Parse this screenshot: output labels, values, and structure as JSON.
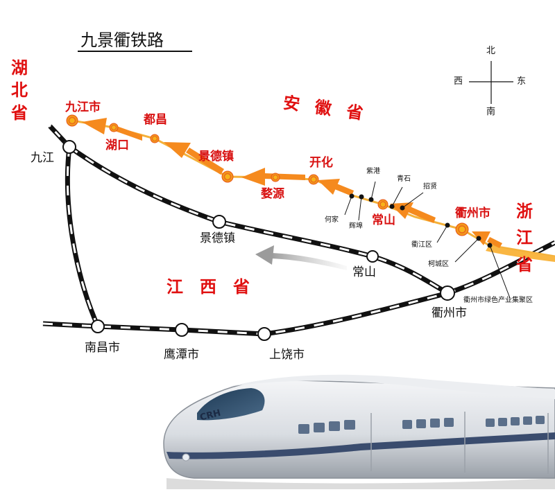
{
  "title": "九景衢铁路",
  "compass": {
    "north": "北",
    "south": "南",
    "west": "西",
    "east": "东"
  },
  "provinces": {
    "hubei": "湖北省",
    "anhui": "安徽省",
    "jiangxi": "江西省",
    "zhejiang": "浙江省"
  },
  "new_line_stations": {
    "jiujiang": "九江市",
    "hukou": "湖口",
    "duchang": "都昌",
    "jingdezhen": "景德镇",
    "wuyuan": "婺源",
    "kaihua": "开化",
    "changshan": "常山",
    "quzhou": "衢州市"
  },
  "minor_stops": {
    "hejia": "何家",
    "huihui": "辉埠",
    "zigang": "紫港",
    "qingshi": "青石",
    "zhaoxian": "招贤",
    "qujiang": "衢江区",
    "kecheng": "柯城区",
    "industrial_park": "衢州市绿色产业集聚区"
  },
  "existing_rail": {
    "jiujiang": "九江",
    "jingdezhen": "景德镇",
    "changshan": "常山",
    "quzhou": "衢州市",
    "nanchang": "南昌市",
    "yingtan": "鹰潭市",
    "shangrao": "上饶市"
  },
  "train_logo": "CRH",
  "colors": {
    "province_red": "#e01010",
    "station_orange": "#f07d10",
    "arrow_orange": "#f58a1e",
    "rail_black": "#111111"
  }
}
